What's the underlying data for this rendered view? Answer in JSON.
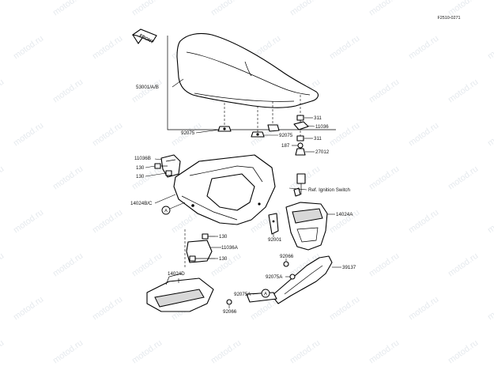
{
  "diagram": {
    "code": "F2510-0271",
    "front_arrow": "FRONT",
    "watermark": "motod.ru",
    "labels": {
      "seat": "53001/A/B",
      "pin_left": "92075",
      "pin_mid": "92075",
      "bolt_311_top": "311",
      "bracket_11036": "11036",
      "bolt_311_bot": "311",
      "nut_187": "187",
      "clip_27012": "27012",
      "bracket_11036b": "11036B",
      "bolt_130_a": "130",
      "bolt_130_b": "130",
      "ignition_note": "Ref. Ignition Switch",
      "cover_14024bc": "14024B/C",
      "cover_14024a": "14024A",
      "marker_a_left": "A",
      "bolt_130_c": "130",
      "bracket_11036a": "11036A",
      "bolt_130_d": "130",
      "stay_92001": "92001",
      "nut_92066_top": "92066",
      "grip_39137": "39137",
      "nut_92075a": "92075A",
      "cover_14024d": "14024D",
      "pin_92075a_low": "92075A",
      "marker_a_right": "A",
      "nut_92066_low": "92066"
    }
  }
}
